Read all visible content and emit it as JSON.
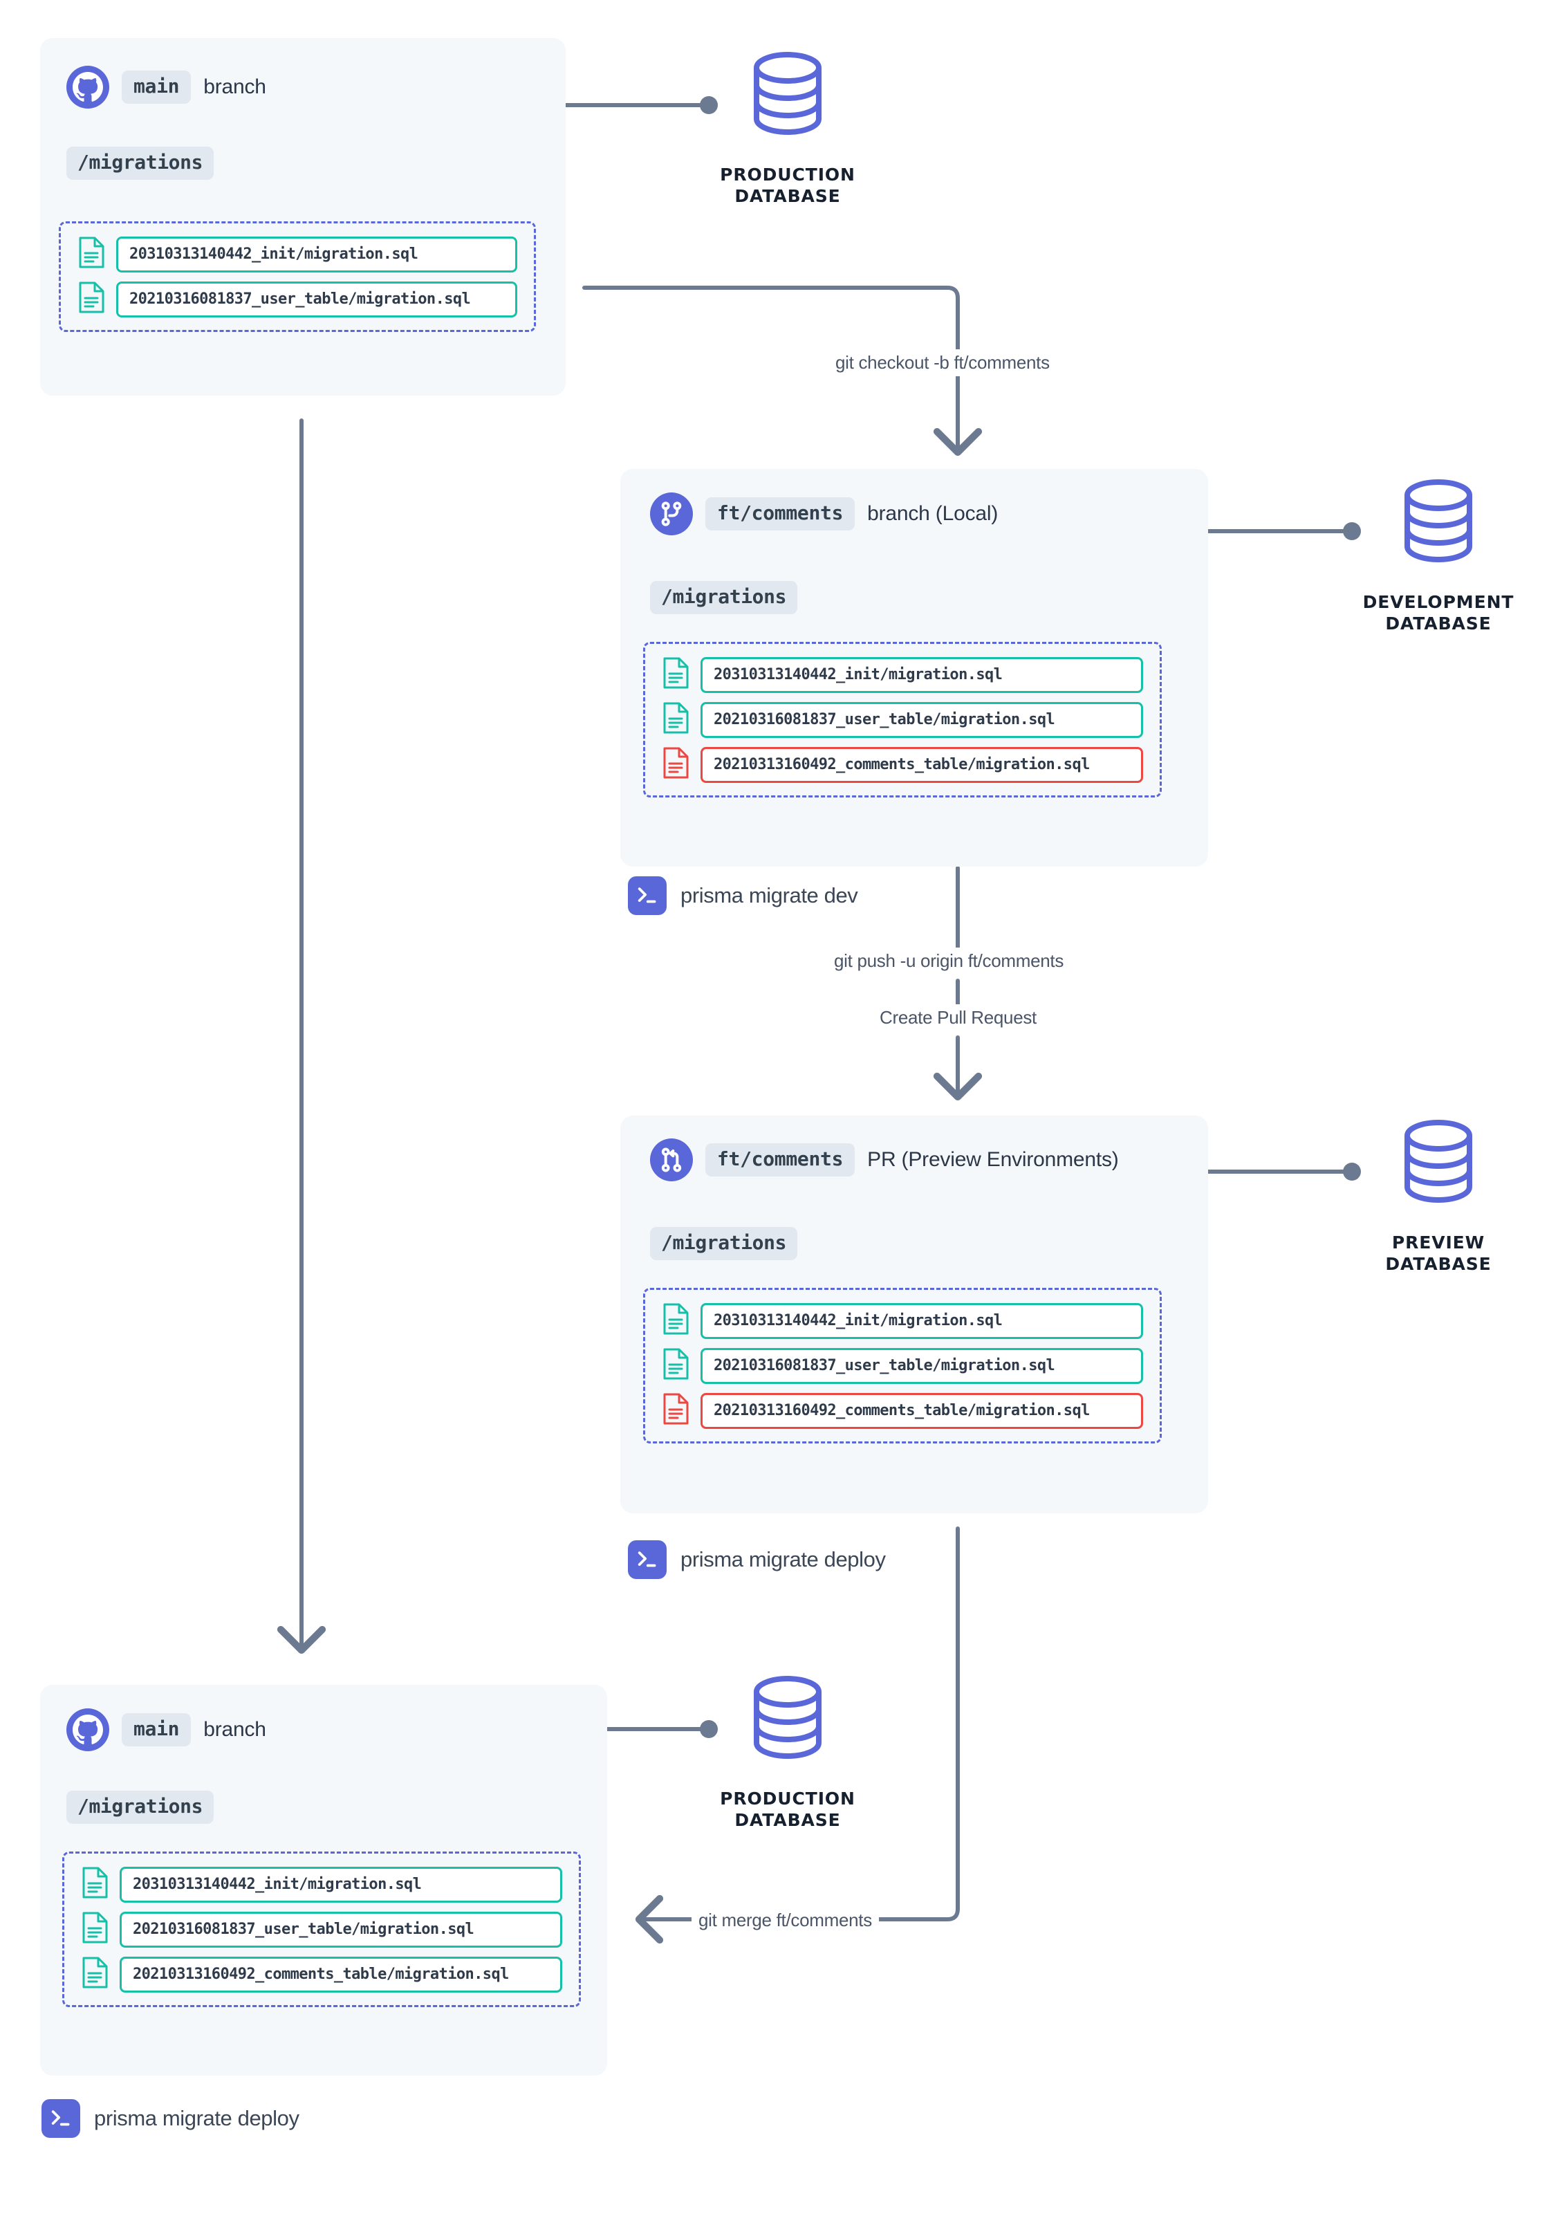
{
  "diagram": {
    "title": "Prisma Migrate workflow across branches and databases",
    "colors": {
      "card_bg": "#f5f8fb",
      "accent_indigo": "#5a67d8",
      "teal": "#16c0a8",
      "red": "#ec4841",
      "edge_gray": "#6b7a90",
      "chip_bg": "#e2e8ef"
    }
  },
  "blocks": {
    "main_top": {
      "icon": "github-icon",
      "branch_chip": "main",
      "head_label": "branch",
      "dir_chip": "/migrations",
      "files": [
        {
          "name": "20310313140442_init/migration.sql",
          "state": "existing"
        },
        {
          "name": "20210316081837_user_table/migration.sql",
          "state": "existing"
        }
      ]
    },
    "feature_local": {
      "icon": "git-branch-icon",
      "branch_chip": "ft/comments",
      "head_label": "branch (Local)",
      "dir_chip": "/migrations",
      "files": [
        {
          "name": "20310313140442_init/migration.sql",
          "state": "existing"
        },
        {
          "name": "20210316081837_user_table/migration.sql",
          "state": "existing"
        },
        {
          "name": "20210313160492_comments_table/migration.sql",
          "state": "new"
        }
      ]
    },
    "feature_pr": {
      "icon": "git-pull-request-icon",
      "branch_chip": "ft/comments",
      "head_label": "PR (Preview Environments)",
      "dir_chip": "/migrations",
      "files": [
        {
          "name": "20310313140442_init/migration.sql",
          "state": "existing"
        },
        {
          "name": "20210316081837_user_table/migration.sql",
          "state": "existing"
        },
        {
          "name": "20210313160492_comments_table/migration.sql",
          "state": "new"
        }
      ]
    },
    "main_bottom": {
      "icon": "github-icon",
      "branch_chip": "main",
      "head_label": "branch",
      "dir_chip": "/migrations",
      "files": [
        {
          "name": "20310313140442_init/migration.sql",
          "state": "existing"
        },
        {
          "name": "20210316081837_user_table/migration.sql",
          "state": "existing"
        },
        {
          "name": "20210313160492_comments_table/migration.sql",
          "state": "existing"
        }
      ]
    }
  },
  "databases": {
    "production_top": {
      "icon": "database-icon",
      "line1": "PRODUCTION",
      "line2": "DATABASE"
    },
    "development": {
      "icon": "database-icon",
      "line1": "DEVELOPMENT",
      "line2": "DATABASE"
    },
    "preview": {
      "icon": "database-icon",
      "line1": "PREVIEW",
      "line2": "DATABASE"
    },
    "production_bottom": {
      "icon": "database-icon",
      "line1": "PRODUCTION",
      "line2": "DATABASE"
    }
  },
  "commands": {
    "migrate_dev": {
      "icon": "terminal-icon",
      "text": "prisma migrate dev"
    },
    "migrate_deploy_pr": {
      "icon": "terminal-icon",
      "text": "prisma migrate deploy"
    },
    "migrate_deploy_main": {
      "icon": "terminal-icon",
      "text": "prisma migrate deploy"
    }
  },
  "edges": {
    "checkout": "git checkout -b ft/comments",
    "push": "git push -u origin ft/comments",
    "create_pr": "Create Pull Request",
    "merge": "git merge ft/comments"
  }
}
